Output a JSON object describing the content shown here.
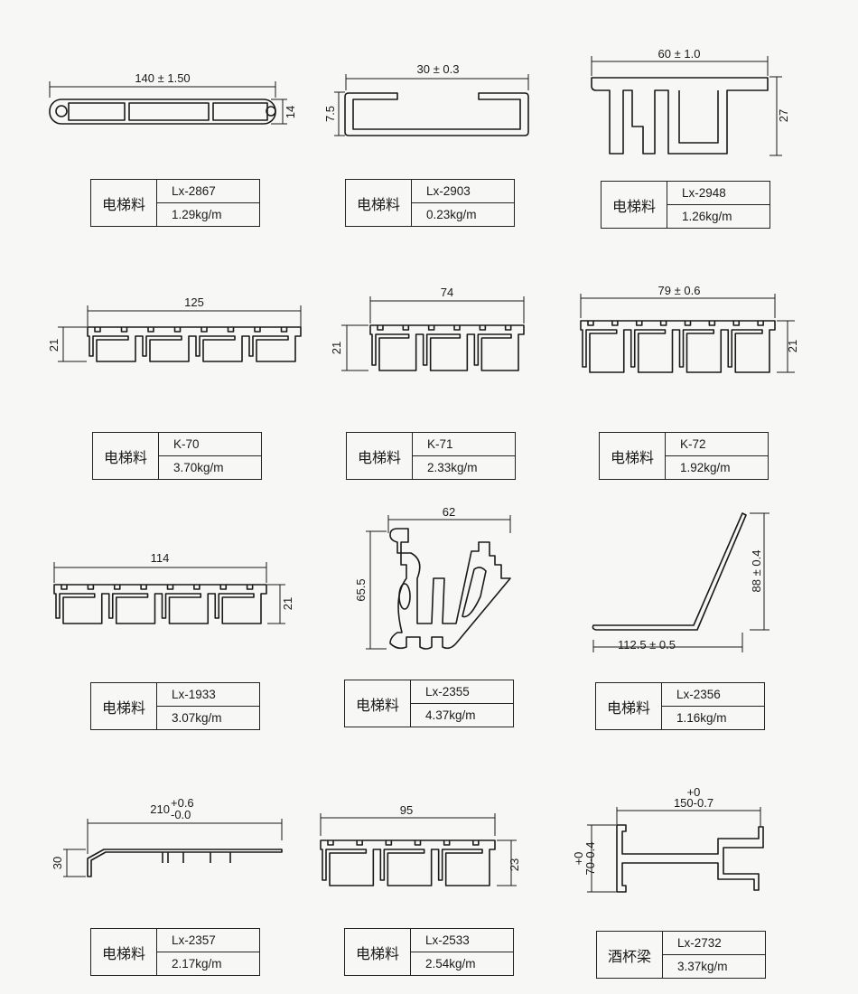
{
  "items": [
    {
      "category": "电梯料",
      "code": "Lx-2867",
      "weight": "1.29kg/m",
      "dims": [
        "140 ± 1.50",
        "14"
      ]
    },
    {
      "category": "电梯料",
      "code": "Lx-2903",
      "weight": "0.23kg/m",
      "dims": [
        "30 ± 0.3",
        "7.5"
      ]
    },
    {
      "category": "电梯料",
      "code": "Lx-2948",
      "weight": "1.26kg/m",
      "dims": [
        "60 ± 1.0",
        "27"
      ]
    },
    {
      "category": "电梯料",
      "code": "K-70",
      "weight": "3.70kg/m",
      "dims": [
        "125",
        "21"
      ]
    },
    {
      "category": "电梯料",
      "code": "K-71",
      "weight": "2.33kg/m",
      "dims": [
        "74",
        "21"
      ]
    },
    {
      "category": "电梯料",
      "code": "K-72",
      "weight": "1.92kg/m",
      "dims": [
        "79 ± 0.6",
        "21"
      ]
    },
    {
      "category": "电梯料",
      "code": "Lx-1933",
      "weight": "3.07kg/m",
      "dims": [
        "114",
        "21"
      ]
    },
    {
      "category": "电梯料",
      "code": "Lx-2355",
      "weight": "4.37kg/m",
      "dims": [
        "62",
        "65.5"
      ]
    },
    {
      "category": "电梯料",
      "code": "Lx-2356",
      "weight": "1.16kg/m",
      "dims": [
        "88 ± 0.4",
        "112.5 ± 0.5"
      ]
    },
    {
      "category": "电梯料",
      "code": "Lx-2357",
      "weight": "2.17kg/m",
      "dims": [
        "210",
        "+0.6",
        "-0.0",
        "30"
      ]
    },
    {
      "category": "电梯料",
      "code": "Lx-2533",
      "weight": "2.54kg/m",
      "dims": [
        "95",
        "23"
      ]
    },
    {
      "category": "酒杯梁",
      "code": "Lx-2732",
      "weight": "3.37kg/m",
      "dims": [
        "150-0.7",
        "+0",
        "70-0.4",
        "+0"
      ]
    }
  ]
}
